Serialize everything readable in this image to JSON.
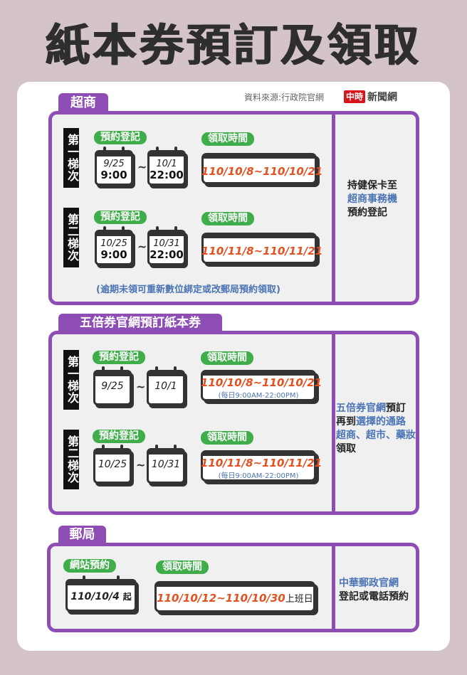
{
  "title": "紙本券預訂及領取",
  "source": "資料來源:行政院官網",
  "brand": {
    "red": "中時",
    "text": "新聞網"
  },
  "colors": {
    "background": "#d4c3cb",
    "accent_purple": "#8e4db5",
    "green": "#3fae4a",
    "orange": "#e5501e",
    "blue": "#4a74b4"
  },
  "icons": {
    "calendar": "calendar-icon"
  },
  "sections": [
    {
      "tab": "超商",
      "batches": [
        {
          "label": "第一梯次",
          "reserve_label": "預約登記",
          "start_date": "9/25",
          "start_time": "9:00",
          "end_date": "10/1",
          "end_time": "22:00",
          "pickup_label": "領取時間",
          "pickup_range": "110/10/8~110/10/21"
        },
        {
          "label": "第二梯次",
          "reserve_label": "預約登記",
          "start_date": "10/25",
          "start_time": "9:00",
          "end_date": "10/31",
          "end_time": "22:00",
          "pickup_label": "領取時間",
          "pickup_range": "110/11/8~110/11/21"
        }
      ],
      "note": "(逾期未領可重新數位綁定或改郵局預約領取)",
      "side": {
        "line1": "持健保卡至",
        "line2": "超商事務機",
        "line3": "預約登記"
      }
    },
    {
      "tab": "五倍券官網預訂紙本券",
      "batches": [
        {
          "label": "第一梯次",
          "reserve_label": "預約登記",
          "start_date": "9/25",
          "end_date": "10/1",
          "pickup_label": "領取時間",
          "pickup_range": "110/10/8~110/10/21",
          "pickup_hours": "(每日9:00AM-22:00PM)"
        },
        {
          "label": "第二梯次",
          "reserve_label": "預約登記",
          "start_date": "10/25",
          "end_date": "10/31",
          "pickup_label": "領取時間",
          "pickup_range": "110/11/8~110/11/21",
          "pickup_hours": "(每日9:00AM-22:00PM)"
        }
      ],
      "side": {
        "l1_blue": "五倍券官網",
        "l1_black": "預訂",
        "l2_black": "再到",
        "l2_blue": "選擇的通路",
        "line3": "超商、超市、藥妝",
        "line4": "領取"
      }
    },
    {
      "tab": "郵局",
      "reserve_label": "網站預約",
      "reserve_date": "110/10/4",
      "reserve_suffix": "起",
      "pickup_label": "領取時間",
      "pickup_range": "110/10/12~110/10/30",
      "pickup_suffix": "上班日",
      "side": {
        "line1": "中華郵政官網",
        "line2": "登記或電話預約"
      }
    }
  ],
  "tilde": "~"
}
